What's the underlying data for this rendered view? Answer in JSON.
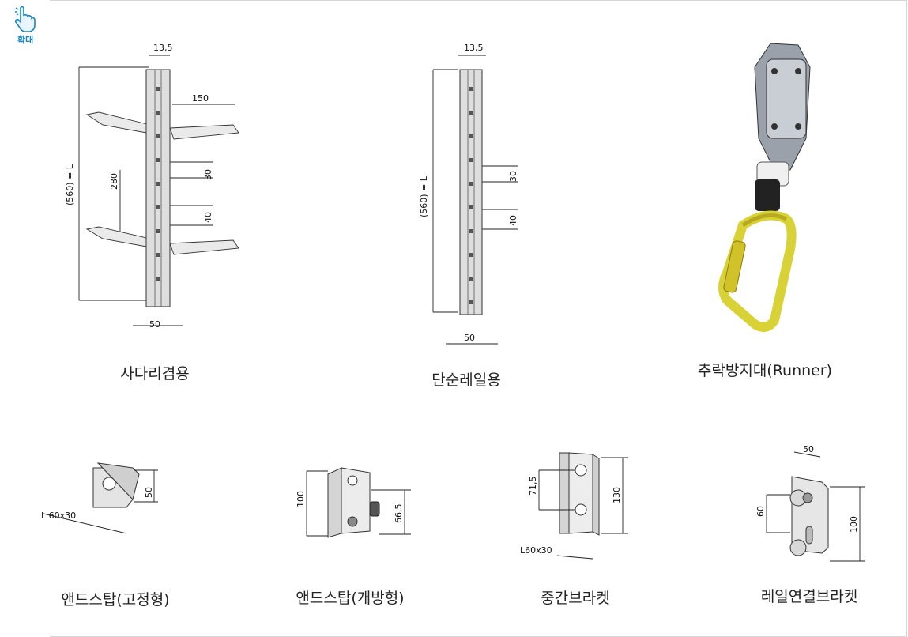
{
  "zoom": {
    "label": "확대"
  },
  "products": [
    {
      "caption": "사다리겸용",
      "dims": [
        "13,5",
        "150",
        "(560) = L",
        "280",
        "30",
        "40",
        "50"
      ]
    },
    {
      "caption": "단순레일용",
      "dims": [
        "13,5",
        "(560) = L",
        "30",
        "40",
        "50"
      ]
    },
    {
      "caption": "추락방지대(Runner)"
    },
    {
      "caption": "앤드스탑(고정형)",
      "dims": [
        "50",
        "L 60x30"
      ]
    },
    {
      "caption": "앤드스탑(개방형)",
      "dims": [
        "100",
        "66,5"
      ]
    },
    {
      "caption": "중간브라켓",
      "dims": [
        "71,5",
        "130",
        "L60x30"
      ]
    },
    {
      "caption": "레일연결브라켓",
      "dims": [
        "50",
        "60",
        "100"
      ]
    }
  ]
}
